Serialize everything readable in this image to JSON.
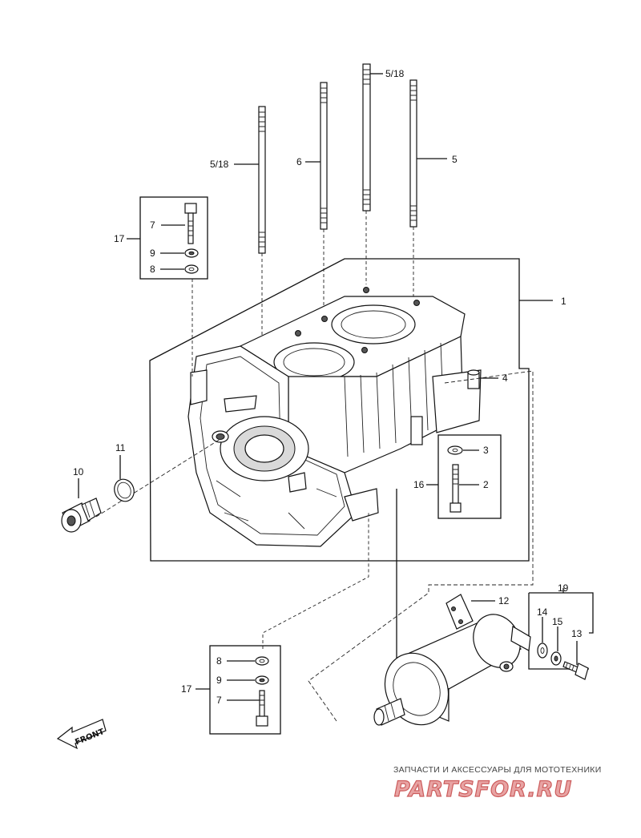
{
  "labels": {
    "l1": "1",
    "l2": "2",
    "l3": "3",
    "l4": "4",
    "l5": "5",
    "l6": "6",
    "l518a": "5/18",
    "l518b": "5/18",
    "l7a": "7",
    "l9a": "9",
    "l8a": "8",
    "l17a": "17",
    "l10": "10",
    "l11": "11",
    "l16": "16",
    "l12": "12",
    "l19": "19",
    "l14": "14",
    "l15": "15",
    "l13": "13",
    "l8b": "8",
    "l9b": "9",
    "l7b": "7",
    "l17b": "17"
  },
  "front_arrow": "FRONT",
  "watermark": {
    "caption": "ЗАПЧАСТИ И АКСЕССУАРЫ ДЛЯ МОТОТЕХНИКИ",
    "logo": "PARTSFOR.RU"
  }
}
